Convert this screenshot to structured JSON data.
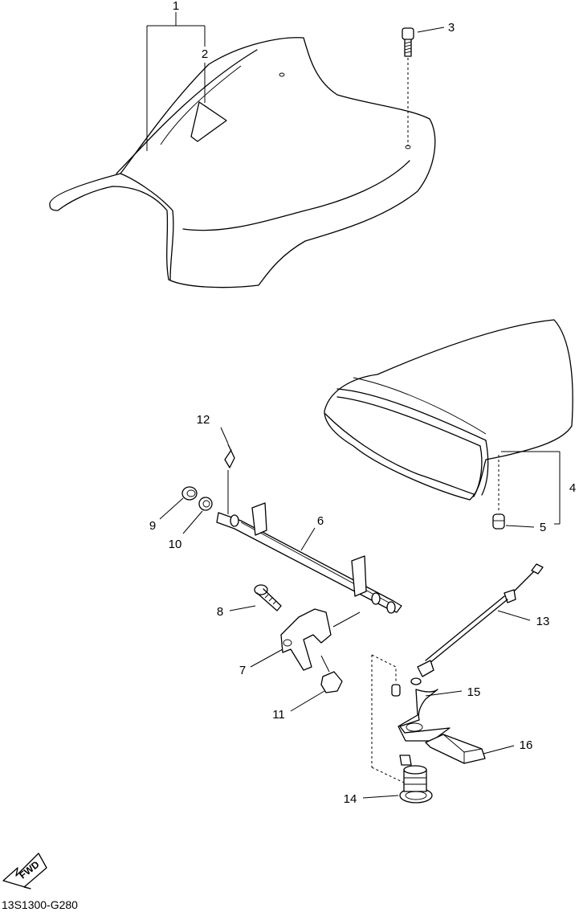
{
  "diagram": {
    "code": "13S1300-G280",
    "fwd_label": "FWD",
    "callouts": [
      {
        "id": "1",
        "label": "1"
      },
      {
        "id": "2",
        "label": "2"
      },
      {
        "id": "3",
        "label": "3"
      },
      {
        "id": "4",
        "label": "4"
      },
      {
        "id": "5",
        "label": "5"
      },
      {
        "id": "6",
        "label": "6"
      },
      {
        "id": "7",
        "label": "7"
      },
      {
        "id": "8",
        "label": "8"
      },
      {
        "id": "9",
        "label": "9"
      },
      {
        "id": "10",
        "label": "10"
      },
      {
        "id": "11",
        "label": "11"
      },
      {
        "id": "12",
        "label": "12"
      },
      {
        "id": "13",
        "label": "13"
      },
      {
        "id": "14",
        "label": "14"
      },
      {
        "id": "15",
        "label": "15"
      },
      {
        "id": "16",
        "label": "16"
      }
    ]
  }
}
